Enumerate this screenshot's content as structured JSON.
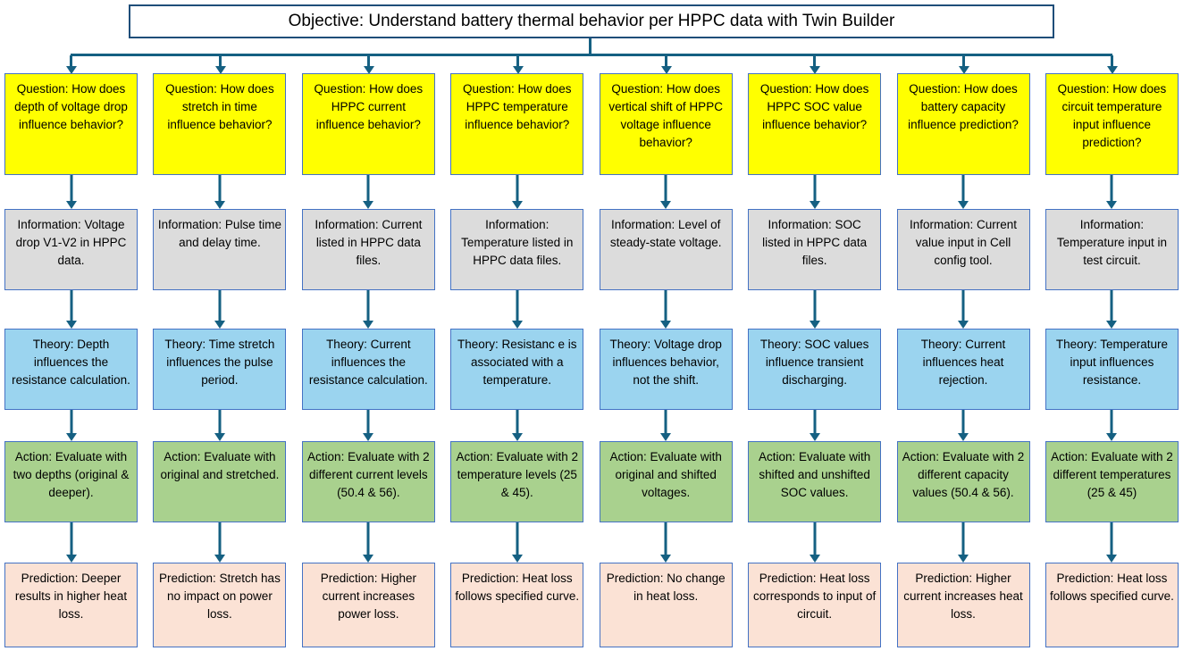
{
  "title": "Objective: Understand battery thermal behavior per HPPC data with Twin Builder",
  "colors": {
    "connector": "#156082",
    "box_border": "#4472C4",
    "title_border": "#1F4E79",
    "yellow": "#FFFF00",
    "gray": "#DCDCDC",
    "blue": "#9BD4EF",
    "green": "#A9D18E",
    "peach": "#FBE2D5"
  },
  "row_types": [
    "Question",
    "Information",
    "Theory",
    "Action",
    "Prediction"
  ],
  "columns": [
    {
      "question": "Question: How does depth of voltage drop  influence behavior?",
      "information": "Information: Voltage drop V1-V2 in HPPC data.",
      "theory": "Theory: Depth influences the resistance calculation.",
      "action": "Action: Evaluate with two depths (original & deeper).",
      "prediction": "Prediction: Deeper results in higher heat loss."
    },
    {
      "question": "Question: How does stretch in time influence behavior?",
      "information": "Information: Pulse time and delay time.",
      "theory": "Theory: Time stretch influences the pulse period.",
      "action": "Action: Evaluate with original and stretched.",
      "prediction": "Prediction: Stretch has no impact on power loss."
    },
    {
      "question": "Question: How does HPPC current influence behavior?",
      "information": "Information: Current listed in HPPC data files.",
      "theory": "Theory: Current influences the resistance calculation.",
      "action": "Action: Evaluate with 2 different current levels (50.4 & 56).",
      "prediction": "Prediction: Higher current increases power loss."
    },
    {
      "question": "Question: How does HPPC temperature influence behavior?",
      "information": "Information: Temperature listed in HPPC data files.",
      "theory": "Theory: Resistanc e is associated with a temperature.",
      "action": "Action: Evaluate with 2 temperature levels (25 & 45).",
      "prediction": "Prediction: Heat loss follows specified curve."
    },
    {
      "question": "Question: How does vertical shift of HPPC voltage influence behavior?",
      "information": "Information: Level of steady-state voltage.",
      "theory": "Theory: Voltage drop influences behavior, not the shift.",
      "action": "Action: Evaluate with original and shifted voltages.",
      "prediction": "Prediction: No change in heat loss."
    },
    {
      "question": "Question: How does HPPC SOC value influence behavior?",
      "information": "Information: SOC listed in HPPC data files.",
      "theory": "Theory: SOC values influence transient discharging.",
      "action": "Action: Evaluate with shifted and unshifted SOC values.",
      "prediction": "Prediction: Heat loss corresponds to input of circuit."
    },
    {
      "question": "Question: How does battery capacity influence prediction?",
      "information": "Information: Current value input in Cell config tool.",
      "theory": "Theory: Current influences heat rejection.",
      "action": "Action: Evaluate with 2 different capacity values (50.4 & 56).",
      "prediction": "Prediction: Higher current increases heat loss."
    },
    {
      "question": "Question: How does circuit temperature input  influence prediction?",
      "information": "Information: Temperature input in test circuit.",
      "theory": "Theory: Temperature input influences resistance.",
      "action": "Action: Evaluate with 2 different temperatures (25 & 45)",
      "prediction": "Prediction: Heat loss follows specified curve."
    }
  ]
}
